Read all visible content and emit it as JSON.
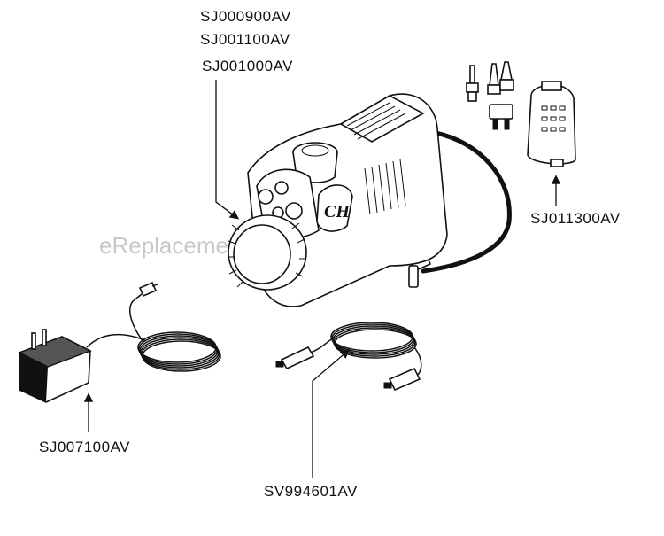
{
  "labels": {
    "compressor_1": "SJ000900AV",
    "compressor_2": "SJ001100AV",
    "compressor_3": "SJ001000AV",
    "accessory_kit": "SJ011300AV",
    "ac_adapter": "SJ007100AV",
    "dc_cord": "SV994601AV"
  },
  "watermark": "eReplacementParts.com"
}
